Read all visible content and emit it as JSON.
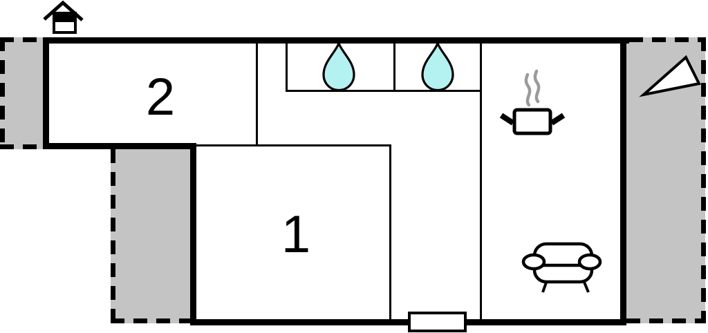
{
  "floorplan": {
    "rooms": [
      {
        "id": "room-2",
        "label": "2"
      },
      {
        "id": "room-1",
        "label": "1"
      }
    ],
    "icons": [
      "house-entrance-icon",
      "water-drop-icon",
      "water-drop-icon",
      "cooking-pot-icon",
      "sofa-icon",
      "triangle-marker-icon"
    ],
    "colors": {
      "wall": "#000000",
      "background": "#ffffff",
      "terrace_fill": "#c4c4c4",
      "water_drop_fill": "#b4f1f1",
      "steam": "#9a9a9a"
    }
  }
}
